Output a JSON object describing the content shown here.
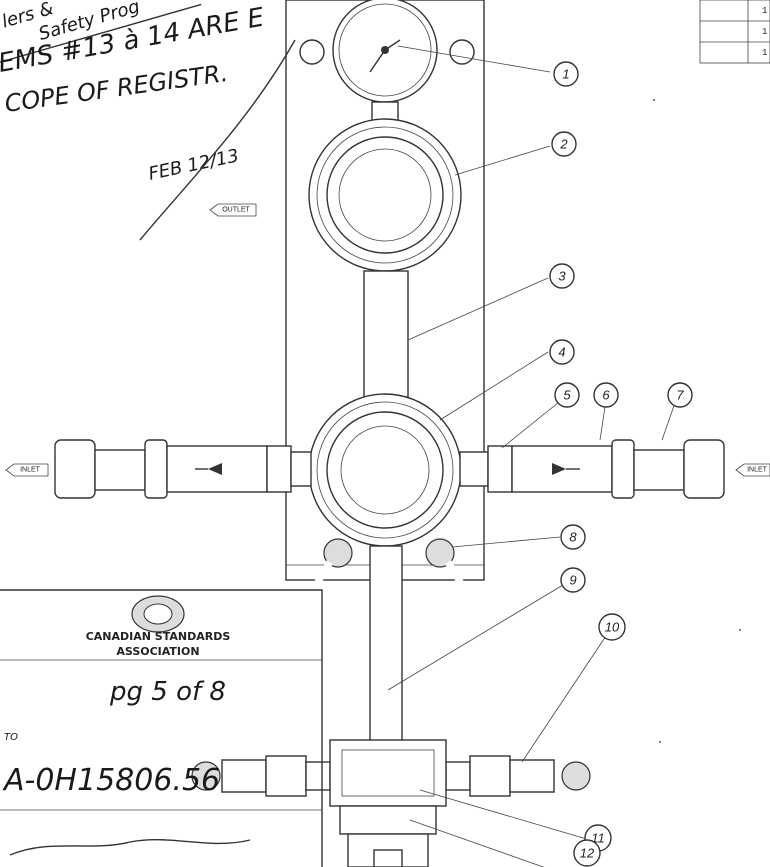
{
  "handwritten_note": {
    "line1": "EMS #13 à 14 ARE E",
    "line2": "COPE OF REGISTR.",
    "signature_date": "FEB 12/13"
  },
  "header_fragment": {
    "line1": "lers &",
    "line2": "Safety Prog"
  },
  "flow_tags": {
    "outlet": "OUTLET",
    "inlet_left": "INLET",
    "inlet_right": "INLET"
  },
  "parts_table_fragment": [
    "1",
    "1",
    "1"
  ],
  "callouts": [
    "1",
    "2",
    "3",
    "4",
    "5",
    "6",
    "7",
    "8",
    "9",
    "10",
    "11",
    "12"
  ],
  "stamp": {
    "org_line1": "CANADIAN STANDARDS",
    "org_line2": "ASSOCIATION",
    "page_note": "pg 5 of 8",
    "to_label": "TO",
    "registration_number": "A-0H15806.56"
  }
}
